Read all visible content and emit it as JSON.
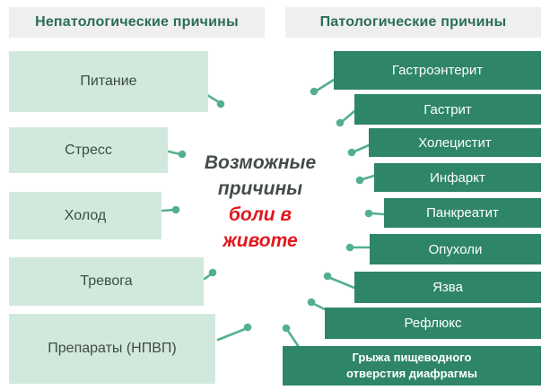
{
  "colors": {
    "background": "#ffffff",
    "box-dark": "#2e8569",
    "box-light": "#d1e9dd",
    "header-bg": "#efefef",
    "header-text": "#2a6e58",
    "left-text": "#3e4a45",
    "right-text": "#ffffff",
    "title-gray": "#424d49",
    "title-red": "#e0181e",
    "connector": "#52b18d"
  },
  "center_title": {
    "line1": "Возможные",
    "line2": "причины",
    "line3": "боли в",
    "line4": "животе"
  },
  "left_column": {
    "header": "Непатологические причины",
    "items": [
      {
        "label": "Питание"
      },
      {
        "label": "Стресс"
      },
      {
        "label": "Холод"
      },
      {
        "label": "Тревога"
      },
      {
        "label": "Препараты (НПВП)"
      }
    ]
  },
  "right_column": {
    "header": "Патологические причины",
    "items": [
      {
        "label": "Гастроэнтерит"
      },
      {
        "label": "Гастрит"
      },
      {
        "label": "Холецистит"
      },
      {
        "label": "Инфаркт"
      },
      {
        "label": "Панкреатит"
      },
      {
        "label": "Опухоли"
      },
      {
        "label": "Язва"
      },
      {
        "label": "Рефлюкс"
      },
      {
        "label": "Грыжа пищеводного отверстия диафрагмы"
      }
    ]
  }
}
